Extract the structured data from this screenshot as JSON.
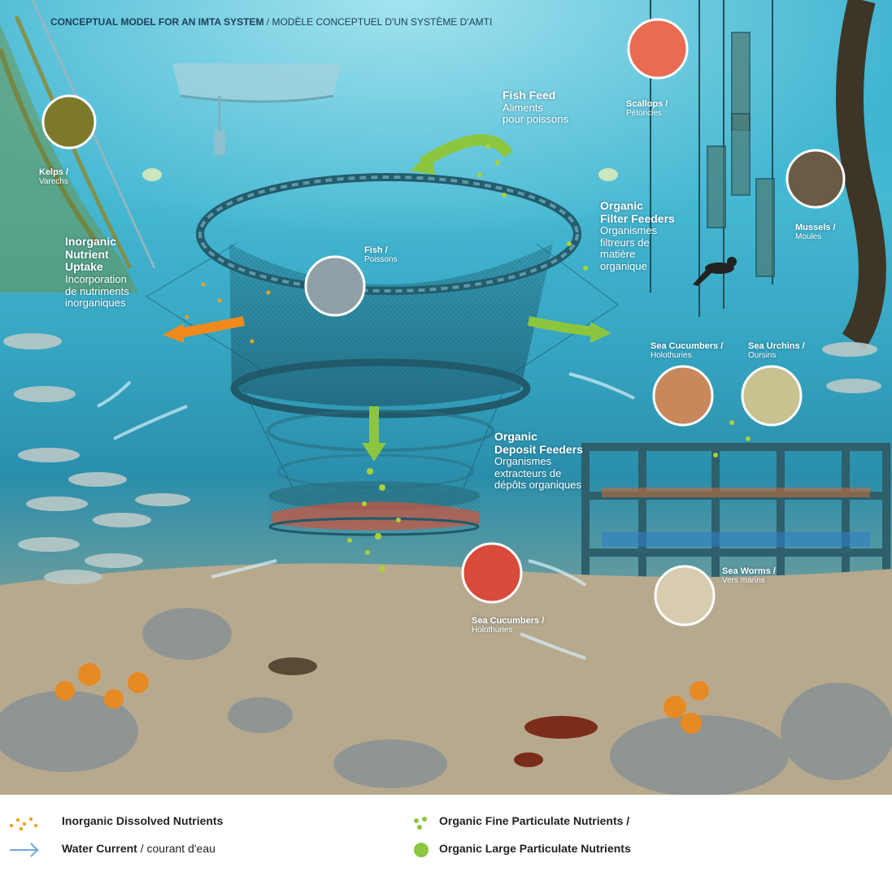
{
  "title": {
    "bold": "CONCEPTUAL MODEL FOR AN IMTA SYSTEM",
    "rest": " / MODÈLE CONCEPTUEL D'UN SYSTÈME D'AMTI"
  },
  "labels": {
    "kelps": {
      "en": "Kelps /",
      "fr": "Varechs"
    },
    "fish_feed": {
      "en": "Fish Feed",
      "fr1": "Aliments",
      "fr2": "pour poissons"
    },
    "scallops": {
      "en": "Scallops /",
      "fr": "Pétoncles"
    },
    "fish": {
      "en": "Fish /",
      "fr": "Poissons"
    },
    "inorganic": {
      "en1": "Inorganic",
      "en2": "Nutrient",
      "en3": "Uptake",
      "fr1": "Incorporation",
      "fr2": "de nutriments",
      "fr3": "inorganiques"
    },
    "filter_feeders": {
      "en1": "Organic",
      "en2": "Filter Feeders",
      "fr1": "Organismes",
      "fr2": "filtreurs de",
      "fr3": "matière",
      "fr4": "organique"
    },
    "mussels": {
      "en": "Mussels /",
      "fr": "Moules"
    },
    "sea_cucumbers_top": {
      "en": "Sea Cucumbers /",
      "fr": "Holothuries"
    },
    "sea_urchins": {
      "en": "Sea Urchins /",
      "fr": "Oursins"
    },
    "deposit_feeders": {
      "en1": "Organic",
      "en2": "Deposit Feeders",
      "fr1": "Organismes",
      "fr2": "extracteurs de",
      "fr3": "dépôts organiques"
    },
    "sea_worms": {
      "en": "Sea Worms /",
      "fr": "Vers marins"
    },
    "sea_cucumbers_bottom": {
      "en": "Sea Cucumbers /",
      "fr": "Holothuries"
    }
  },
  "legend": {
    "dissolved": "Inorganic Dissolved Nutrients",
    "current_bold": "Water Current",
    "current_rest": " / courant d'eau",
    "fine": "Organic Fine Particulate Nutrients /",
    "large": "Organic Large Particulate Nutrients"
  },
  "colors": {
    "water": "#3ab2cf",
    "orange_arrow": "#f08a1c",
    "green_arrow": "#8cc63f",
    "nutrient_green": "#a8d13a",
    "nutrient_orange": "#f4a020"
  }
}
